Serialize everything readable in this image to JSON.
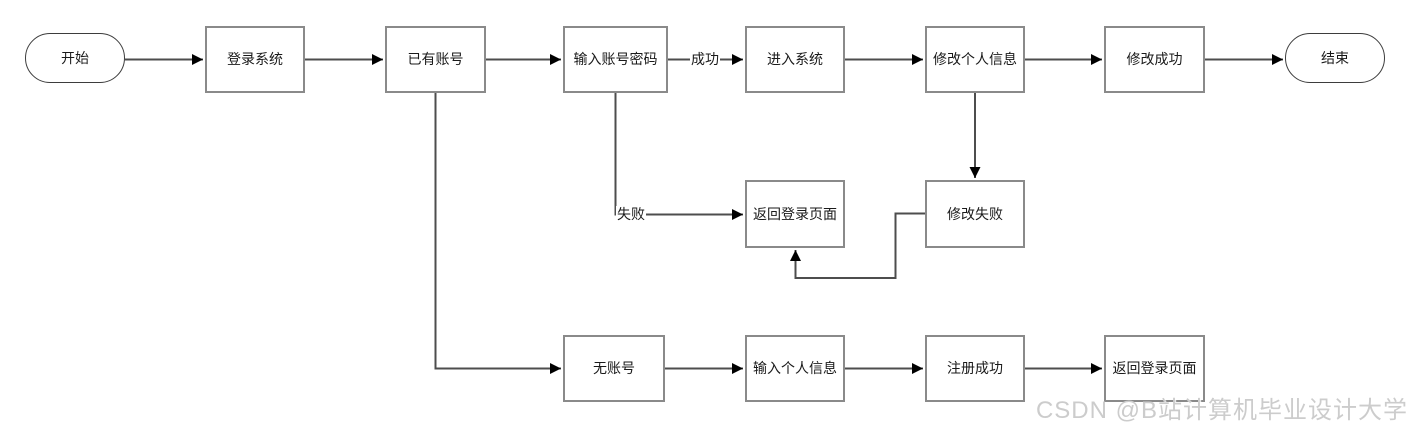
{
  "diagram": {
    "type": "flowchart",
    "nodes": [
      {
        "id": "start",
        "label": "开始",
        "shape": "stadium"
      },
      {
        "id": "login-system",
        "label": "登录系统",
        "shape": "rect"
      },
      {
        "id": "has-account",
        "label": "已有账号",
        "shape": "rect"
      },
      {
        "id": "enter-credentials",
        "label": "输入账号密码",
        "shape": "rect"
      },
      {
        "id": "enter-system",
        "label": "进入系统",
        "shape": "rect"
      },
      {
        "id": "modify-personal-info",
        "label": "修改个人信息",
        "shape": "rect"
      },
      {
        "id": "modify-success",
        "label": "修改成功",
        "shape": "rect"
      },
      {
        "id": "end",
        "label": "结束",
        "shape": "stadium"
      },
      {
        "id": "return-login-page-1",
        "label": "返回登录页面",
        "shape": "rect"
      },
      {
        "id": "modify-fail",
        "label": "修改失败",
        "shape": "rect"
      },
      {
        "id": "no-account",
        "label": "无账号",
        "shape": "rect"
      },
      {
        "id": "enter-personal-info",
        "label": "输入个人信息",
        "shape": "rect"
      },
      {
        "id": "register-success",
        "label": "注册成功",
        "shape": "rect"
      },
      {
        "id": "return-login-page-2",
        "label": "返回登录页面",
        "shape": "rect"
      }
    ],
    "edge_labels": [
      {
        "id": "success",
        "label": "成功"
      },
      {
        "id": "fail",
        "label": "失败"
      }
    ],
    "edges": [
      {
        "from": "开始",
        "to": "登录系统",
        "label": ""
      },
      {
        "from": "登录系统",
        "to": "已有账号",
        "label": ""
      },
      {
        "from": "已有账号",
        "to": "输入账号密码",
        "label": ""
      },
      {
        "from": "输入账号密码",
        "to": "进入系统",
        "label": "成功"
      },
      {
        "from": "进入系统",
        "to": "修改个人信息",
        "label": ""
      },
      {
        "from": "修改个人信息",
        "to": "修改成功",
        "label": ""
      },
      {
        "from": "修改成功",
        "to": "结束",
        "label": ""
      },
      {
        "from": "输入账号密码",
        "to": "返回登录页面",
        "label": "失败"
      },
      {
        "from": "修改个人信息",
        "to": "修改失败",
        "label": ""
      },
      {
        "from": "修改失败",
        "to": "返回登录页面",
        "label": ""
      },
      {
        "from": "已有账号",
        "to": "无账号",
        "label": ""
      },
      {
        "from": "无账号",
        "to": "输入个人信息",
        "label": ""
      },
      {
        "from": "输入个人信息",
        "to": "注册成功",
        "label": ""
      },
      {
        "from": "注册成功",
        "to": "返回登录页面",
        "label": ""
      }
    ],
    "watermark": "CSDN @B站计算机毕业设计大学",
    "colors": {
      "background": "#ffffff",
      "rect_border": "#8a8a8a",
      "stadium_border": "#3d3d3d",
      "connector": "#4d4d4d",
      "arrowhead": "#000000",
      "text": "#1a1a1a",
      "watermark": "#cccccc"
    }
  }
}
